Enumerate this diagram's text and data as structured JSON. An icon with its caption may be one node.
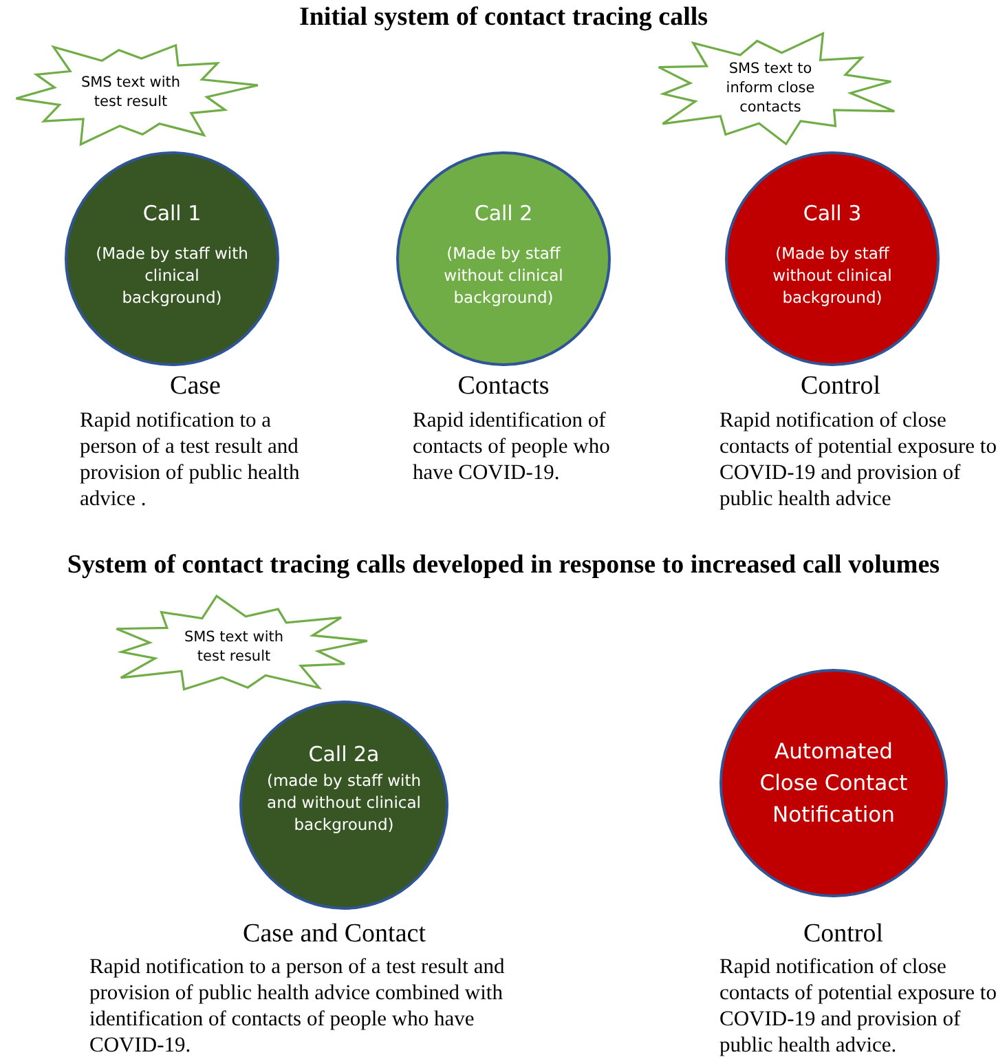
{
  "diagram": {
    "title": "Initial system of contact tracing calls",
    "nodes": [
      {
        "text": [
          "SMS text with test result"
        ]
      },
      {
        "text": [
          "Call 1",
          "(Made by staff with clinical background)"
        ],
        "beside": [
          "Case",
          "Rapid notification to a person of a test result and provision of public health advice ."
        ]
      },
      {
        "text": [
          "Call 2",
          "(Made by staff without clinical background)"
        ],
        "beside": [
          "Contacts",
          "Rapid identification of contacts of people who have COVID-19."
        ]
      },
      {
        "text": [
          "SMS text to inform close contacts"
        ]
      },
      {
        "text": [
          "Call 3",
          "(Made by staff without clinical background)"
        ],
        "beside": [
          "Control",
          "Rapid notification of close contacts of potential exposure to COVID-19 and provision of public health advice"
        ]
      },
      {
        "text": [
          "SMS text with test result"
        ]
      },
      {
        "text": [
          "Call 2a",
          "(made by staff with and without clinical background)"
        ],
        "beside": [
          "Case and Contact",
          "Rapid notification to a person of a test result and provision of public health advice combined with identification of contacts of people who have COVID-19."
        ]
      },
      {
        "text": [
          "Automated Close Contact Notification"
        ],
        "beside": [
          "Control",
          "Rapid notification of close contacts of potential exposure to COVID-19 and provision of public health advice."
        ]
      }
    ],
    "edges": [],
    "labels": [
      "System of contact tracing calls developed in response to increased call volumes"
    ]
  }
}
